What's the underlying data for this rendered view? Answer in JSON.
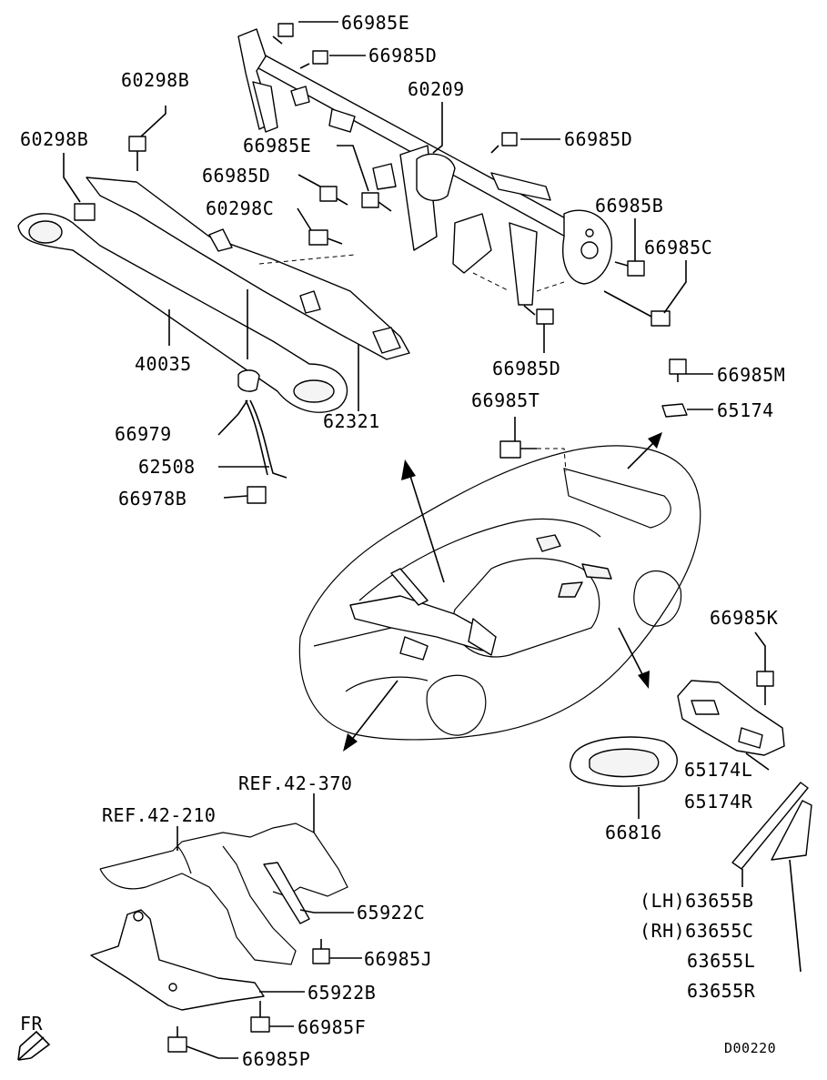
{
  "labels": {
    "p66985E_top": "66985E",
    "p66985D_top": "66985D",
    "p60209": "60209",
    "p60298B_a": "60298B",
    "p60298B_b": "60298B",
    "p66985D_right": "66985D",
    "p66985E_mid": "66985E",
    "p66985D_mid": "66985D",
    "p60298C": "60298C",
    "p66985B": "66985B",
    "p66985C": "66985C",
    "p40035": "40035",
    "p66985D_low": "66985D",
    "p66985M": "66985M",
    "p65174": "65174",
    "p66985T": "66985T",
    "p62321": "62321",
    "p66979": "66979",
    "p62508": "62508",
    "p66978B": "66978B",
    "p66985K": "66985K",
    "p65174L": "65174L",
    "p65174R": "65174R",
    "p66816": "66816",
    "ref370": "REF.42-370",
    "ref210": "REF.42-210",
    "p65922C": "65922C",
    "p66985J": "66985J",
    "p65922B": "65922B",
    "p66985F": "66985F",
    "p66985P": "66985P",
    "p63655B": "(LH)63655B",
    "p63655C": "(RH)63655C",
    "p63655L": "63655L",
    "p63655R": "63655R",
    "fr": "FR",
    "code": "D00220"
  }
}
